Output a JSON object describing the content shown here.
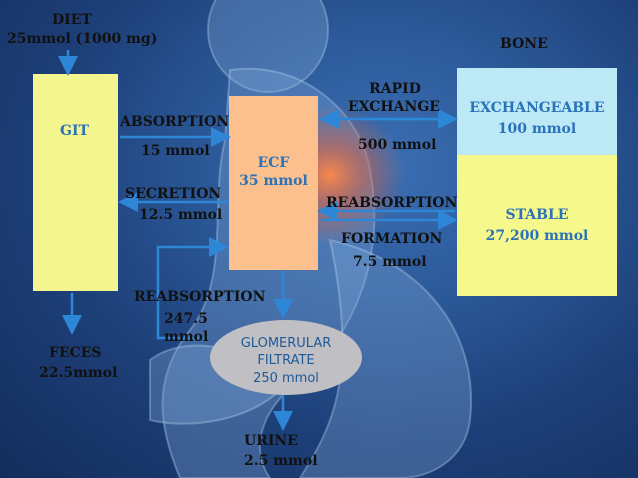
{
  "diet": {
    "label": "DIET",
    "amount": "25mmol (1000 mg)"
  },
  "bone": {
    "label": "BONE"
  },
  "git": {
    "label": "GIT"
  },
  "absorption": {
    "label": "ABSORPTION",
    "amount": "15 mmol"
  },
  "secretion": {
    "label": "SECRETION",
    "amount": "12.5 mmol"
  },
  "ecf": {
    "label": "ECF",
    "amount": "35 mmol"
  },
  "rapid_exchange": {
    "line1": "RAPID",
    "line2": "EXCHANGE",
    "amount": "500 mmol"
  },
  "exchangeable": {
    "label": "EXCHANGEABLE",
    "amount": "100 mmol"
  },
  "bone_reabsorption": {
    "label": "REABSORPTION"
  },
  "formation": {
    "label": "FORMATION",
    "amount": "7.5 mmol"
  },
  "stable": {
    "label": "STABLE",
    "amount": "27,200 mmol"
  },
  "renal_reabsorption": {
    "label": "REABSORPTION",
    "amount_line1": "247.5",
    "amount_line2": "mmol"
  },
  "glomerular_filtrate": {
    "line1": "GLOMERULAR",
    "line2": "FILTRATE",
    "amount": "250 mmol"
  },
  "feces": {
    "label": "FECES",
    "amount": "22.5mmol"
  },
  "urine": {
    "label": "URINE",
    "amount": "2.5 mmol"
  },
  "colors": {
    "arrow": "#2e86d6",
    "git_box": "#f3f58f",
    "ecf_box": "#fbc08d",
    "exchangeable_box": "#bde8f5",
    "stable_box": "#f6f88c",
    "ellipse": "#bfbfc4"
  }
}
